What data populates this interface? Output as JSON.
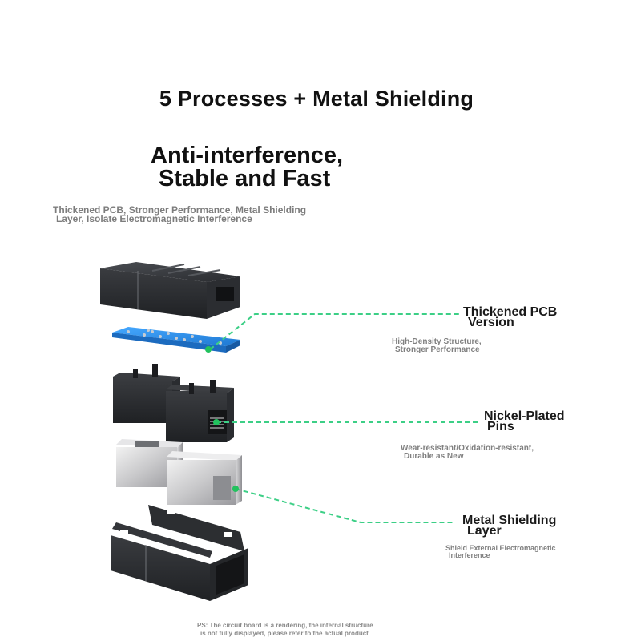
{
  "header": {
    "title": "5 Processes + Metal Shielding",
    "headline_line1": "Anti-interference,",
    "headline_line2": "Stable and Fast",
    "subtitle_line1": "Thickened PCB, Stronger Performance, Metal Shielding",
    "subtitle_line2": "Layer, Isolate Electromagnetic Interference"
  },
  "callouts": [
    {
      "title_line1": "Thickened PCB",
      "title_line2": "Version",
      "desc_line1": "High-Density Structure,",
      "desc_line2": "Stronger Performance",
      "target": "pcb-board"
    },
    {
      "title_line1": "Nickel-Plated",
      "title_line2": "Pins",
      "desc_line1": "Wear-resistant/Oxidation-resistant,",
      "desc_line2": "Durable as New",
      "target": "rj45-jack"
    },
    {
      "title_line1": "Metal Shielding",
      "title_line2": "Layer",
      "desc_line1": "Shield External Electromagnetic",
      "desc_line2": "Interference",
      "target": "metal-shield"
    }
  ],
  "components": [
    "top-housing",
    "pcb-board",
    "rj45-jacks",
    "metal-shields",
    "bottom-housing"
  ],
  "footnote": {
    "line1": "PS: The circuit board is a rendering, the internal structure",
    "line2": "is not fully displayed, please refer to the actual product"
  },
  "colors": {
    "leader_line": "#3ccf86",
    "marker_dot": "#22c25e",
    "pcb_blue": "#2f8fe6",
    "housing": "#2e3033"
  }
}
